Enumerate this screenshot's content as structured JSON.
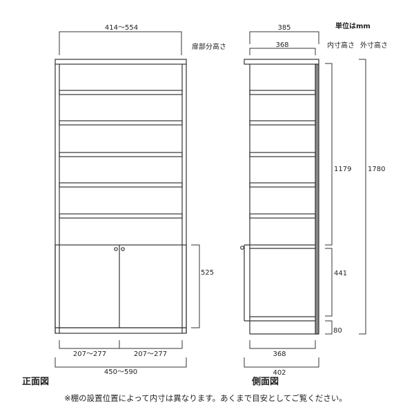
{
  "unit_label": "単位はmm",
  "front_view": {
    "title": "正面図",
    "top_width": "414〜554",
    "door_height_label": "扉部分高さ",
    "door_height": "525",
    "door_width_left": "207〜277",
    "door_width_right": "207〜277",
    "overall_width": "450〜590",
    "shelf_count": 5,
    "door_count": 2
  },
  "side_view": {
    "title": "側面図",
    "top_depth": "385",
    "inner_depth_top": "368",
    "inner_height_header": "内寸高さ",
    "outer_height_header": "外寸高さ",
    "upper_inner_height": "1179",
    "lower_inner_height": "441",
    "base_height": "80",
    "outer_height": "1780",
    "inner_depth_bottom": "368",
    "overall_depth": "402"
  },
  "footnote": "※棚の設置位置によって内寸は異なります。あくまで目安としてご覧ください。",
  "colors": {
    "line": "#333333",
    "back_panel": "#888888",
    "background": "#ffffff"
  }
}
